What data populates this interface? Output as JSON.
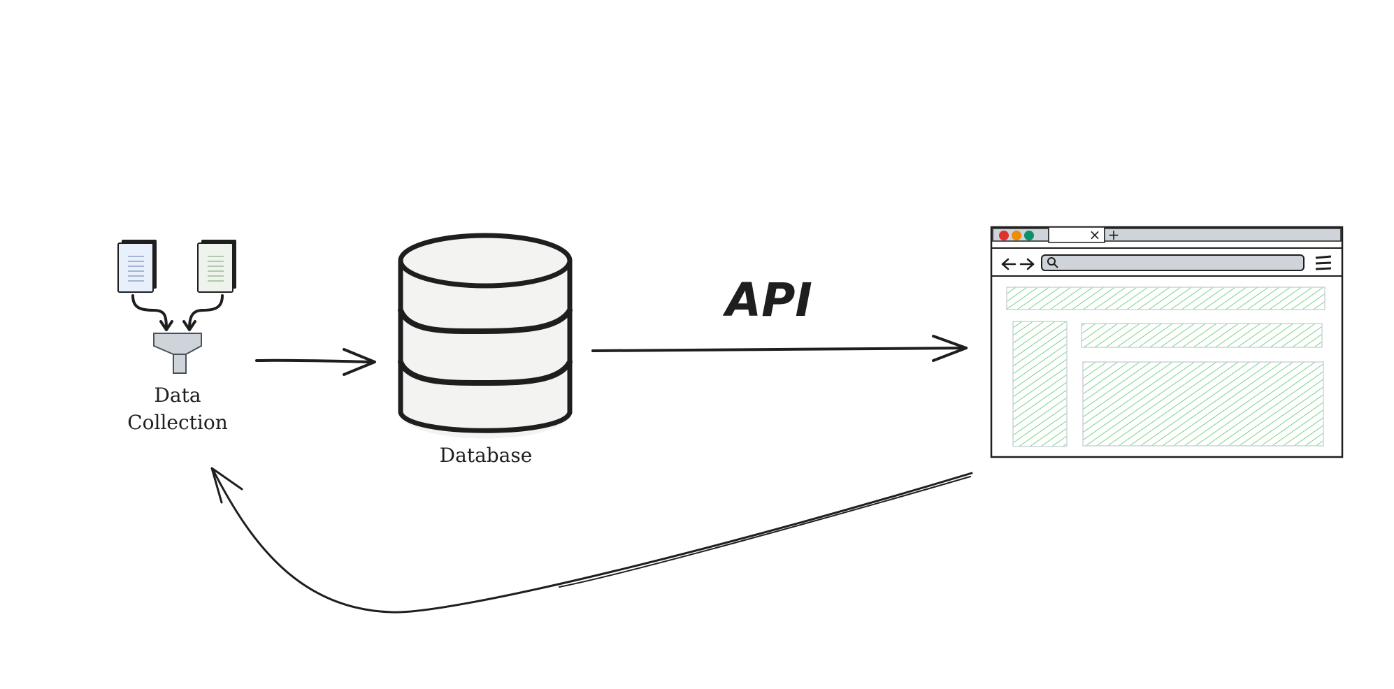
{
  "nodes": {
    "data_collection": {
      "label_line1": "Data",
      "label_line2": "Collection",
      "icon": "documents-funnel-icon"
    },
    "database": {
      "label": "Database",
      "icon": "database-cylinder-icon"
    },
    "browser": {
      "icon": "browser-window-icon",
      "tab_close_glyph": "×",
      "tab_new_glyph": "+"
    }
  },
  "edges": {
    "api": {
      "label": "API"
    }
  },
  "colors": {
    "stroke": "#1e1e1e",
    "hatch_green": "#40c057",
    "panel_gray": "#ced4da",
    "traffic_red": "#e03131",
    "traffic_orange": "#f08c00",
    "traffic_green": "#099268",
    "doc_fill": "#e7f5ff"
  }
}
